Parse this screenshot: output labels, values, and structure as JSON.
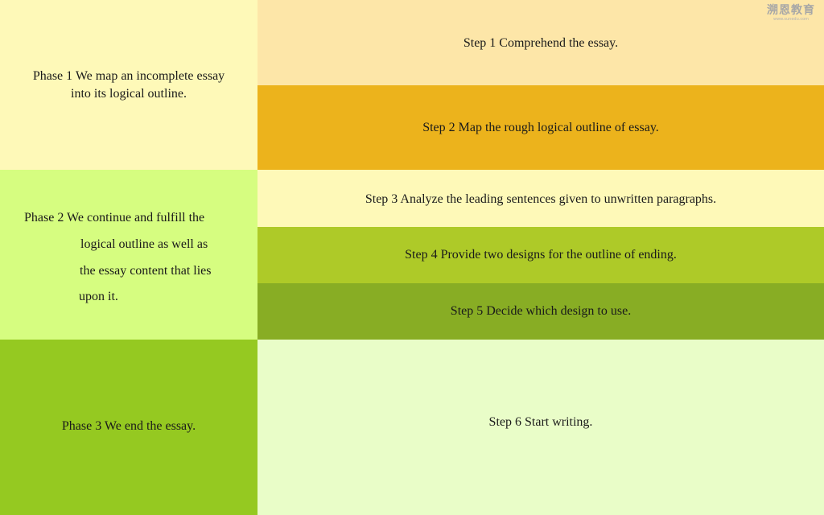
{
  "phases": {
    "p1": {
      "line1": "Phase 1  We map an incomplete essay",
      "line2": "into its logical outline."
    },
    "p2": {
      "line1": "Phase 2  We continue and fulfill the",
      "line2": "logical outline as well as",
      "line3": "the essay content that lies",
      "line4": "upon it."
    },
    "p3": {
      "text": "Phase 3  We end the essay."
    }
  },
  "steps": {
    "s1": "Step 1 Comprehend the essay.",
    "s2": "Step 2 Map the rough logical outline of essay.",
    "s3": "Step 3 Analyze the leading sentences given to unwritten paragraphs.",
    "s4": "Step 4 Provide two designs for the outline of ending.",
    "s5": "Step 5 Decide which design to use.",
    "s6": "Step 6 Start writing."
  },
  "logo": {
    "main": "溯恩教育",
    "sub": "www.sunedu.com"
  },
  "colors": {
    "phase1": "#fef9b8",
    "phase2": "#d6fd80",
    "phase3": "#95c921",
    "step1": "#fde6a8",
    "step2": "#ecb31c",
    "step3": "#fef9b8",
    "step4": "#aeca28",
    "step5": "#88ad24",
    "step6": "#e9fdc8"
  }
}
